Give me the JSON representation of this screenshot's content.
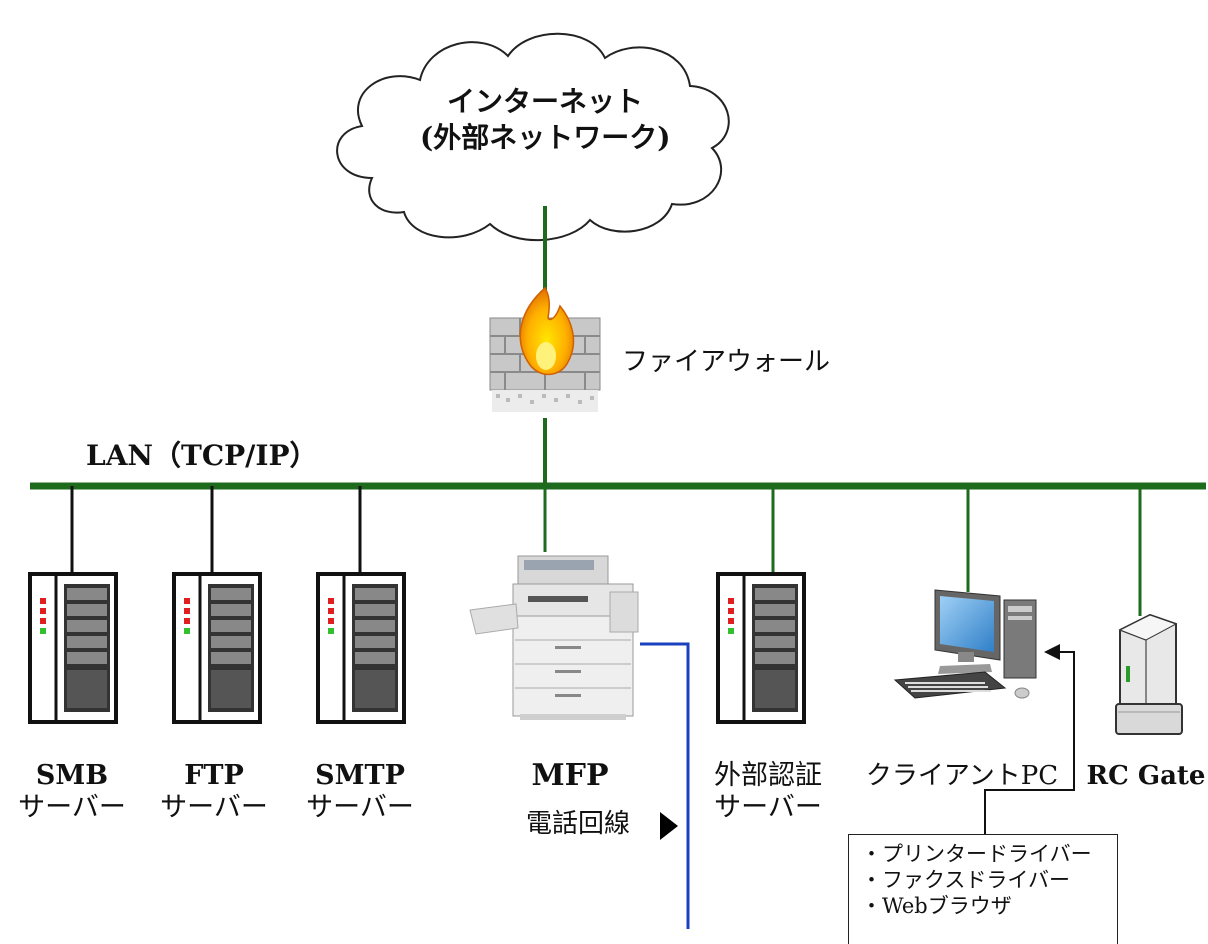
{
  "internet": {
    "line1": "インターネット",
    "line2": "(外部ネットワーク)"
  },
  "firewall": {
    "label": "ファイアウォール"
  },
  "lan": {
    "label": "LAN（TCP/IP）"
  },
  "devices": [
    {
      "id": "smb",
      "line1": "SMB",
      "line2": "サーバー"
    },
    {
      "id": "ftp",
      "line1": "FTP",
      "line2": "サーバー"
    },
    {
      "id": "smtp",
      "line1": "SMTP",
      "line2": "サーバー"
    },
    {
      "id": "mfp",
      "line1": "MFP",
      "line2": ""
    },
    {
      "id": "auth",
      "line1": "外部認証",
      "line2": "サーバー"
    },
    {
      "id": "client",
      "line1": "クライアントPC",
      "line2": ""
    },
    {
      "id": "rcgate",
      "line1": "RC Gate",
      "line2": ""
    }
  ],
  "client_software": [
    "・プリンタードライバー",
    "・ファクスドライバー",
    "・Webブラウザ"
  ],
  "phone_line": {
    "label": "電話回線"
  },
  "colors": {
    "lan": "#1e6b1e",
    "phone": "#1a3fbf",
    "server_line": "#111111"
  }
}
